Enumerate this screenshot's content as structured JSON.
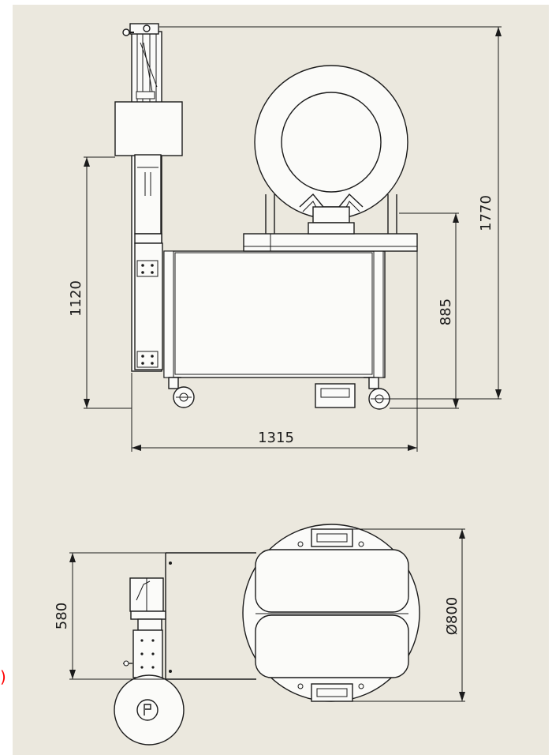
{
  "drawing": {
    "background_color": "#e8e6db",
    "line_color": "#1b1b1b",
    "fragment_color": "#ff0000",
    "dimensions": {
      "total_height": "1770",
      "side_height": "1120",
      "table_height": "885",
      "total_length": "1315",
      "top_view_width": "580",
      "ring_diameter": "Ø800"
    },
    "left_edge_fragment": ")"
  }
}
